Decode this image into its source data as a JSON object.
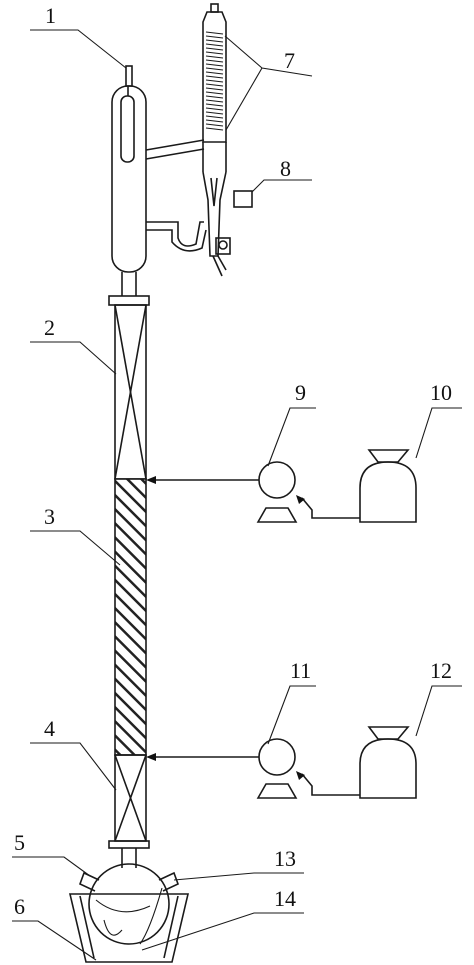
{
  "labels": {
    "l1": "1",
    "l2": "2",
    "l3": "3",
    "l4": "4",
    "l5": "5",
    "l6": "6",
    "l7": "7",
    "l8": "8",
    "l9": "9",
    "l10": "10",
    "l11": "11",
    "l12": "12",
    "l13": "13",
    "l14": "14"
  }
}
